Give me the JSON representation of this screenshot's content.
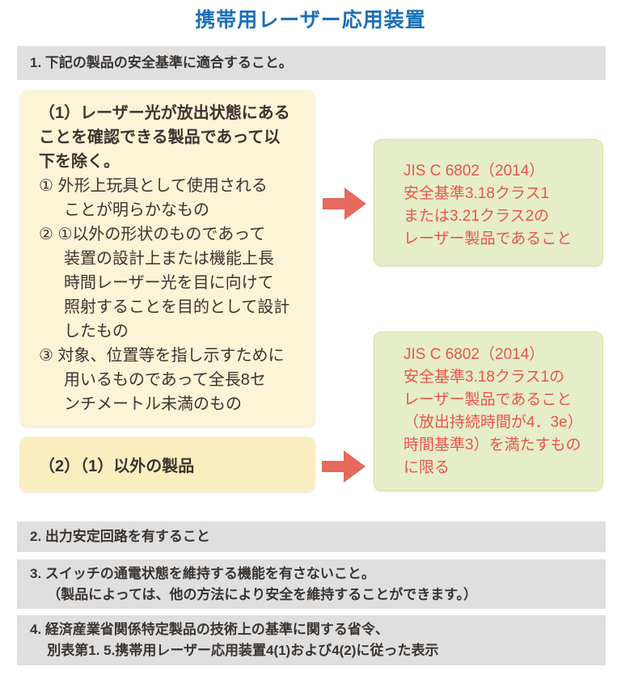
{
  "title": "携帯用レーザー応用装置",
  "colors": {
    "title-blue": "#1C70B8",
    "bar-gray": "#DFDFDF",
    "text-dark": "#3B3531",
    "cream-1": "#FCF4D7",
    "cream-2": "#FAEEC1",
    "green-bg": "#E5EEC8",
    "green-border": "#D5E1A5",
    "red-text": "#E9544C",
    "arrow-red": "#E5695D"
  },
  "requirements": {
    "r1": {
      "lines": [
        "1. 下記の製品の安全基準に適合すること。"
      ]
    },
    "r2": {
      "lines": [
        "2. 出力安定回路を有すること"
      ]
    },
    "r3": {
      "lines": [
        "3. スイッチの通電状態を維持する機能を有さないこと。",
        "（製品によっては、他の方法により安全を維持することができます。）"
      ]
    },
    "r4": {
      "lines": [
        "4. 経済産業省関係特定製品の技術上の基準に関する省令、",
        "別表第1. 5.携帯用レーザー応用装置4(1)および4(2)に従った表示"
      ]
    }
  },
  "flow": {
    "condition1": {
      "heading_lines": [
        "（1）レーザー光が放出状態にある",
        "ことを確認できる製品であって以",
        "下を除く。"
      ],
      "items": [
        [
          "① 外形上玩具として使用される",
          "ことが明らかなもの"
        ],
        [
          "② ①以外の形状のものであって",
          "装置の設計上または機能上長",
          "時間レーザー光を目に向けて",
          "照射することを目的として設計",
          "したもの"
        ],
        [
          "③ 対象、位置等を指し示すために",
          "用いるものであって全長8セ",
          "ンチメートル未満のもの"
        ]
      ]
    },
    "condition2": {
      "label": "（2）（1）以外の製品"
    },
    "result1": {
      "lines": [
        "JIS C 6802（2014）",
        "安全基準3.18クラス1",
        "または3.21クラス2の",
        "レーザー製品であること"
      ]
    },
    "result2": {
      "lines": [
        "JIS C 6802（2014）",
        "安全基準3.18クラス1の",
        "レーザー製品であること",
        "（放出持続時間が4．3e）",
        "時間基準3）を満たすもの",
        "に限る"
      ]
    },
    "arrow_icon": "right-arrow"
  }
}
